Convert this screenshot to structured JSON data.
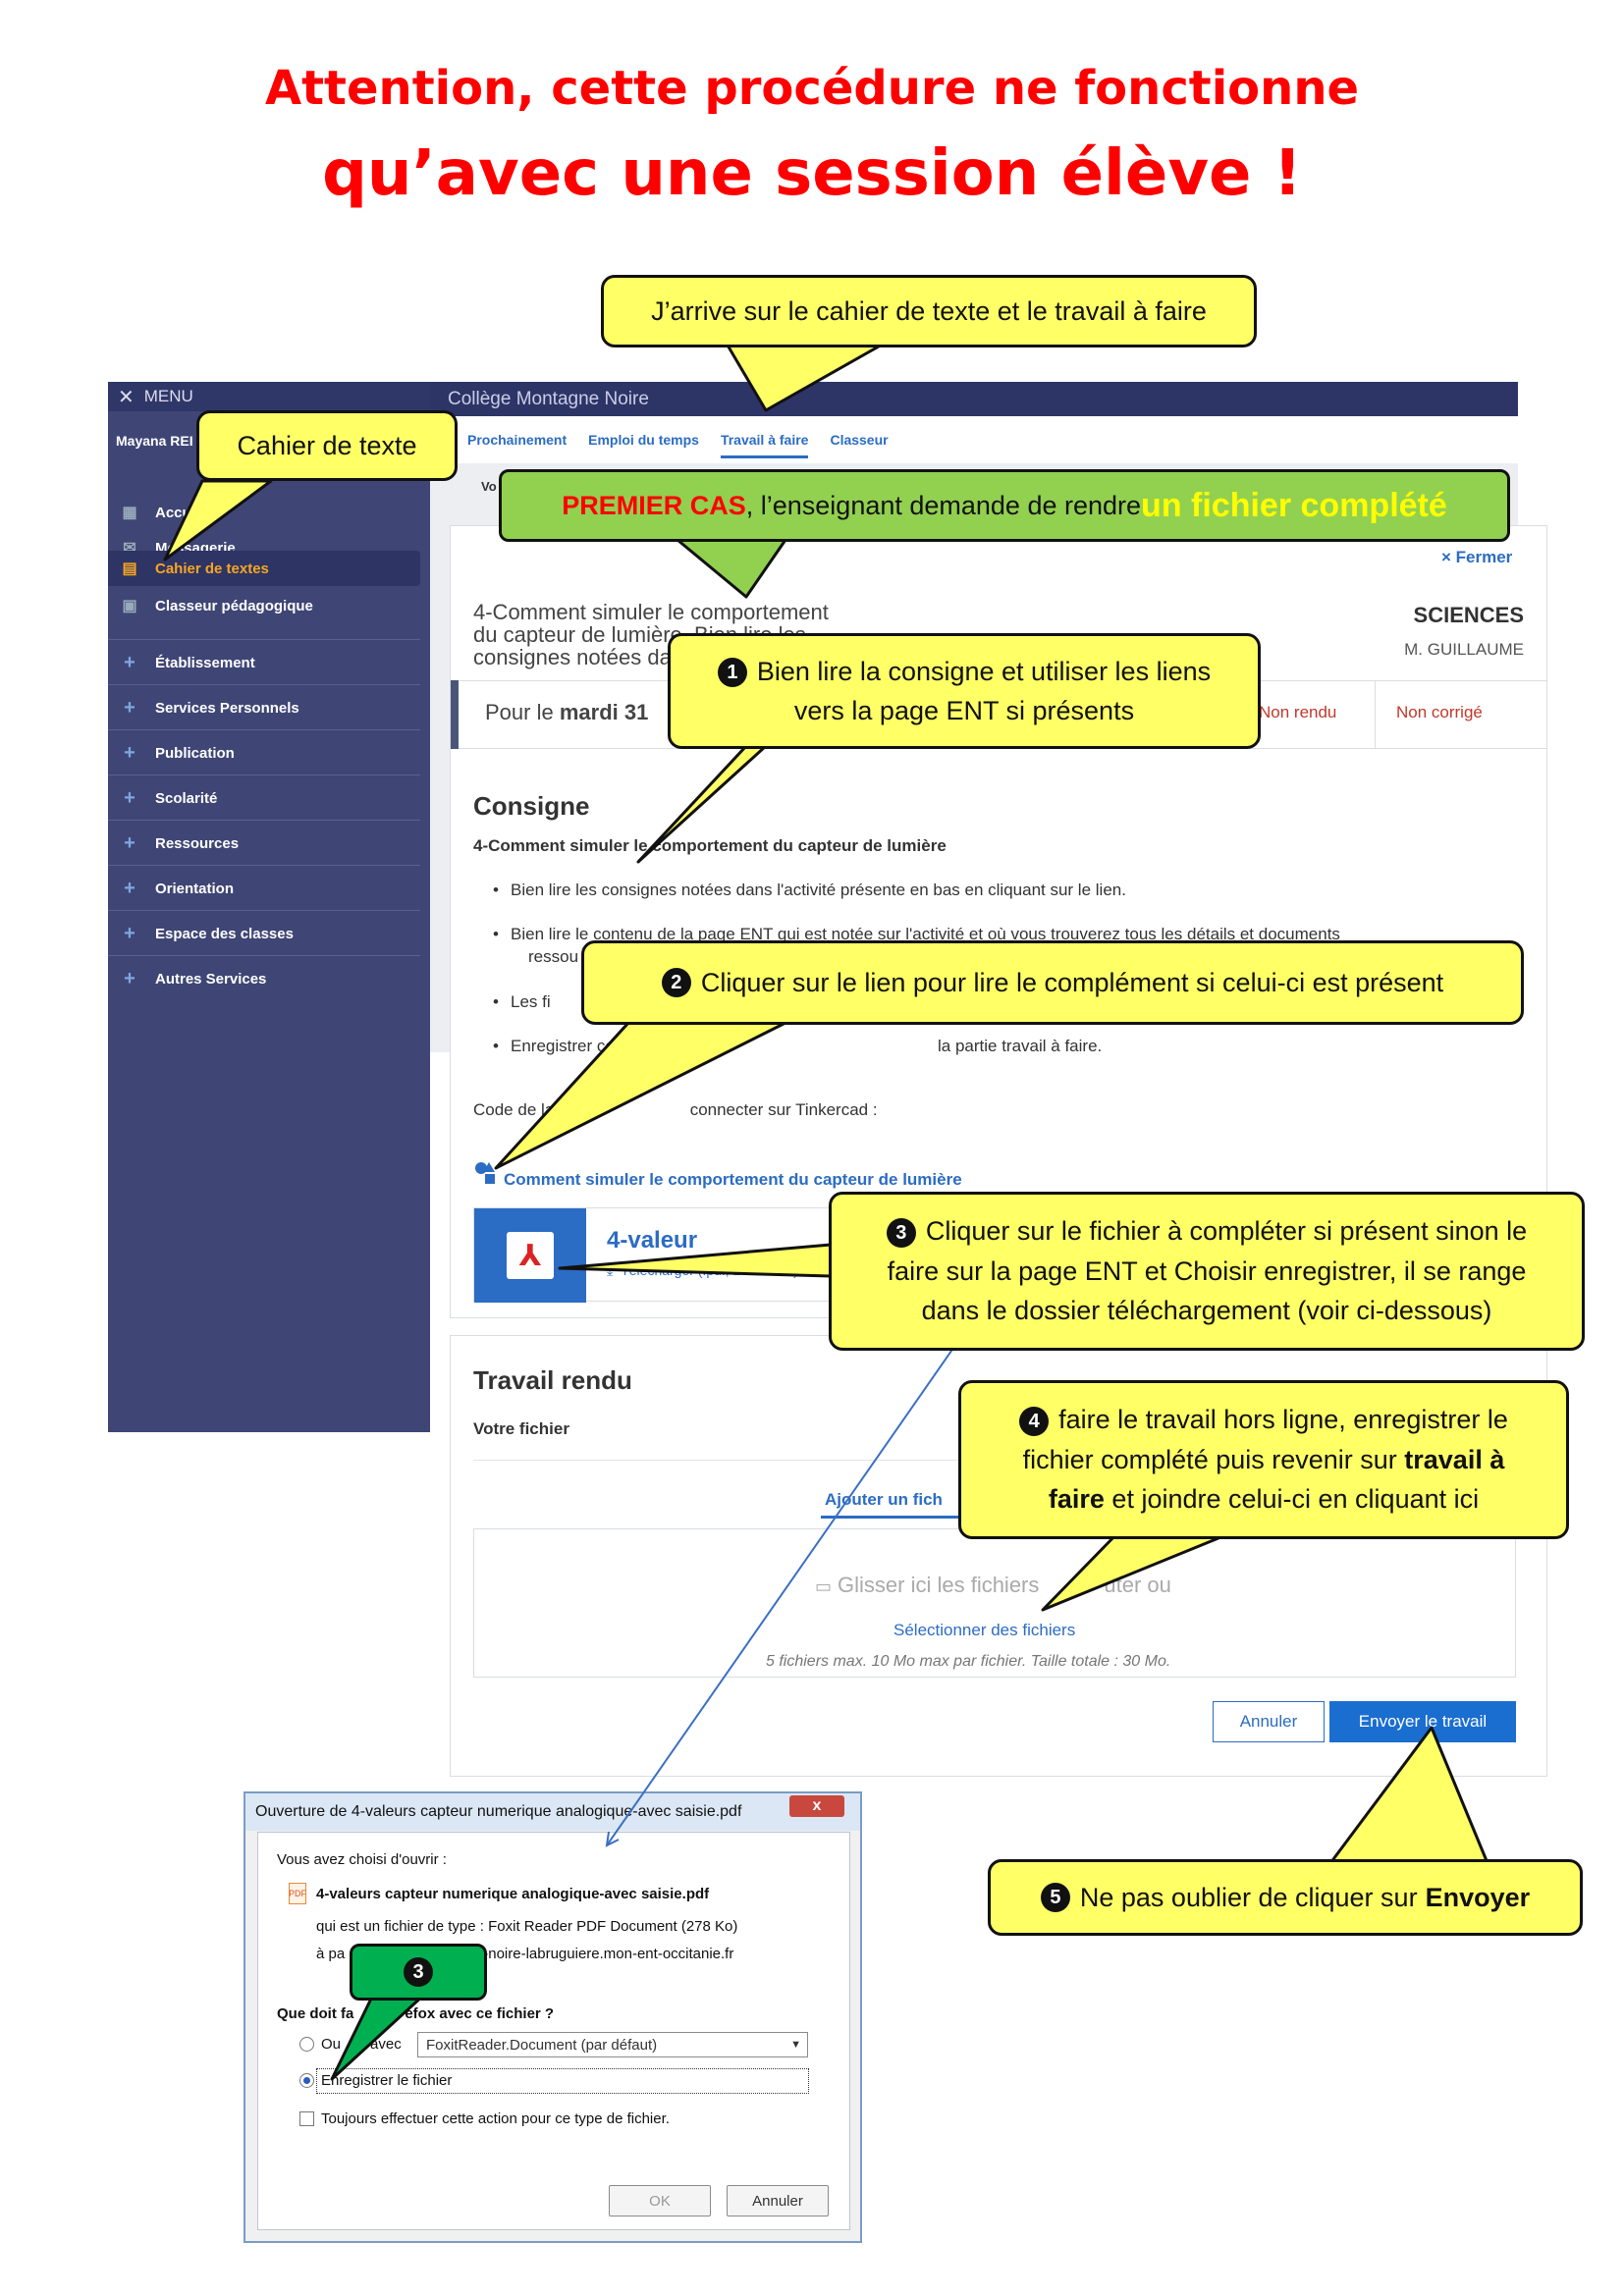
{
  "title": {
    "line1": "Attention, cette procédure ne fonctionne",
    "line2": "qu’avec une session élève !"
  },
  "sidebar": {
    "menu_label": "MENU",
    "user": "Mayana REI",
    "items": [
      {
        "label": "Accueil",
        "icon": "grid-icon"
      },
      {
        "label": "Messagerie",
        "icon": "mail-icon"
      },
      {
        "label": "Cahier de textes",
        "icon": "book-icon"
      },
      {
        "label": "Classeur pédagogique",
        "icon": "folder-icon"
      }
    ],
    "expandables": [
      "Établissement",
      "Services Personnels",
      "Publication",
      "Scolarité",
      "Ressources",
      "Orientation",
      "Espace des classes",
      "Autres Services"
    ]
  },
  "app": {
    "school": "Collège Montagne Noire",
    "tabs": [
      "Prochainement",
      "Emploi du temps",
      "Travail à faire",
      "Classeur"
    ],
    "active_tab": "Travail à faire",
    "sub_tab": "Vo"
  },
  "work": {
    "close": "Fermer",
    "title_lines": [
      "4-Comment simuler le comportement",
      "du capteur de lumière. Bien lire les",
      "consignes notées dans l'activité"
    ],
    "subject": "SCIENCES",
    "teacher": "M. GUILLAUME",
    "due_prefix": "Pour le",
    "due_day": "mardi 31",
    "status_rendu": "Non rendu",
    "status_corrige": "Non corrigé",
    "consigne_heading": "Consigne",
    "consigne_sub": "4-Comment simuler le comportement du capteur de lumière",
    "bullets": [
      "Bien lire les consignes notées dans l'activité présente en bas en cliquant sur le lien.",
      "Bien lire le contenu de la page ENT qui est notée sur l'activité et où vous trouverez tous les détails et documents",
      "ressou",
      "Les fi",
      "Enregistrer ces fichiers",
      "la partie travail à faire."
    ],
    "code_line_a": "Code de la cla",
    "code_line_b": "connecter sur Tinkercad :",
    "link_text": "Comment simuler le comportement du capteur de lumière",
    "file_name": "4-valeur",
    "file_download": "Télécharger (.pdf, 285.12 ko)"
  },
  "rendu": {
    "heading": "Travail rendu",
    "your_file": "Votre fichier",
    "add_tab": "Ajouter un fich",
    "drop_a": "Glisser ici les fichiers",
    "drop_b": "uter ou",
    "select_link": "Sélectionner des fichiers",
    "limits": "5 fichiers max. 10 Mo max par fichier. Taille totale : 30 Mo.",
    "cancel": "Annuler",
    "send": "Envoyer le travail"
  },
  "dialog": {
    "title": "Ouverture de 4-valeurs capteur numerique analogique-avec saisie.pdf",
    "close": "x",
    "chosen": "Vous avez choisi d'ouvrir :",
    "file": "4-valeurs capteur numerique analogique-avec saisie.pdf",
    "type_label": "qui est un fichier de type :",
    "type_value": "Foxit Reader PDF Document (278 Ko)",
    "from_label": "à pa",
    "from_value": "gne-noire-labruguiere.mon-ent-occitanie.fr",
    "question_a": "Que doit fa",
    "question_b": "efox avec ce fichier ?",
    "open_with_a": "Ou",
    "open_with_b": "avec",
    "app_default": "FoxitReader.Document (par défaut)",
    "save_file": "Enregistrer le fichier",
    "always": "Toujours effectuer cette action pour ce type de fichier.",
    "ok": "OK",
    "cancel": "Annuler"
  },
  "callouts": {
    "c_arrive": "J’arrive sur le cahier de texte et le travail à faire",
    "c_cahier": "Cahier de texte",
    "c_premier_red": "PREMIER CAS",
    "c_premier_mid": ", l’enseignant demande de rendre ",
    "c_premier_yellow": "un fichier complété",
    "c1_num": "1",
    "c1_line1": "Bien lire la consigne et utiliser les liens",
    "c1_line2": "vers la page ENT si présents",
    "c2_num": "2",
    "c2_text": "Cliquer sur le lien pour lire le complément si celui-ci est présent",
    "c3_num": "3",
    "c3_line1": "Cliquer sur le fichier à compléter si présent sinon le",
    "c3_line2": "faire sur la page ENT et Choisir enregistrer, il se range",
    "c3_line3": "dans le dossier téléchargement (voir ci-dessous)",
    "c4_num": "4",
    "c4_line1": "faire le travail hors ligne, enregistrer le",
    "c4_line2a": "fichier complété puis revenir sur ",
    "c4_line2b": "travail à",
    "c4_line3a": "faire",
    "c4_line3b": " et joindre celui-ci en cliquant ici",
    "c5_num": "5",
    "c5_text": "Ne pas oublier de cliquer sur ",
    "c5_bold": "Envoyer",
    "c_green3": "3"
  }
}
